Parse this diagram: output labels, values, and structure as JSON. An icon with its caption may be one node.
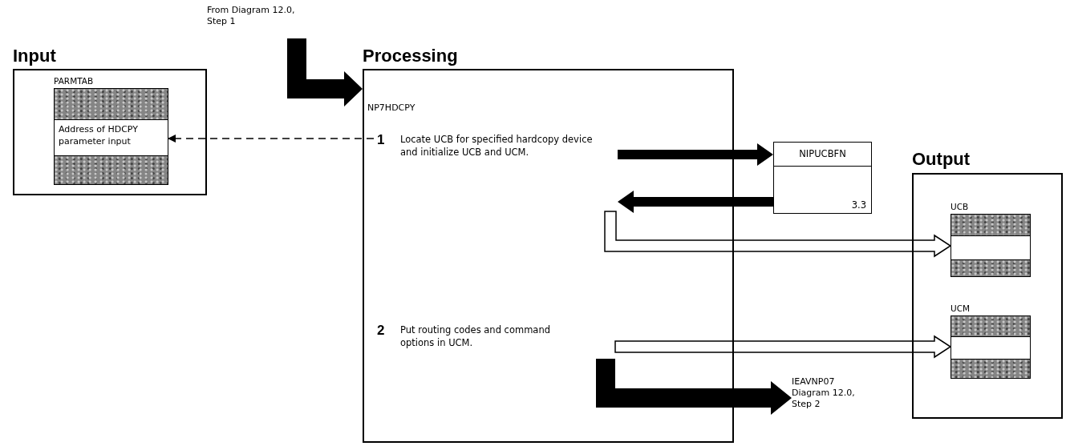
{
  "diagram": {
    "nodes": [
      {
        "text": [
          "Input"
        ]
      },
      {
        "text": [
          "PARMTAB",
          "Address of HDCPY parameter input"
        ],
        "in": 0
      },
      {
        "text": [
          "Processing"
        ]
      },
      {
        "text": [
          "1",
          "Locate UCB for specified hardcopy device and initialize UCB and UCM."
        ],
        "in": 2
      },
      {
        "text": [
          "2",
          "Put routing codes and command options in UCM."
        ],
        "in": 2
      },
      {
        "text": [
          "NIPUCBFN",
          "3.3"
        ]
      },
      {
        "text": [
          "Output"
        ]
      },
      {
        "text": [
          "UCB"
        ],
        "in": 6
      },
      {
        "text": [
          "UCM"
        ],
        "in": 6
      },
      {
        "text": [
          "From Diagram 12.0, Step 1"
        ]
      },
      {
        "text": [
          "IEAVNP07 Diagram 12.0, Step 2"
        ]
      }
    ],
    "edges": [
      {
        "from": 9,
        "to": 2,
        "arrow": "to",
        "style": "thick"
      },
      {
        "from": 3,
        "to": 1,
        "arrow": "to",
        "style": "dashed"
      },
      {
        "from": 3,
        "to": 5,
        "arrow": "to",
        "style": "thick"
      },
      {
        "from": 5,
        "to": 3,
        "arrow": "to",
        "style": "thick"
      },
      {
        "from": 3,
        "to": 7,
        "arrow": "to"
      },
      {
        "from": 4,
        "to": 8,
        "arrow": "to"
      },
      {
        "from": 4,
        "to": 10,
        "arrow": "to",
        "style": "thick"
      }
    ],
    "labels": [
      "NP7HDCPY"
    ]
  }
}
